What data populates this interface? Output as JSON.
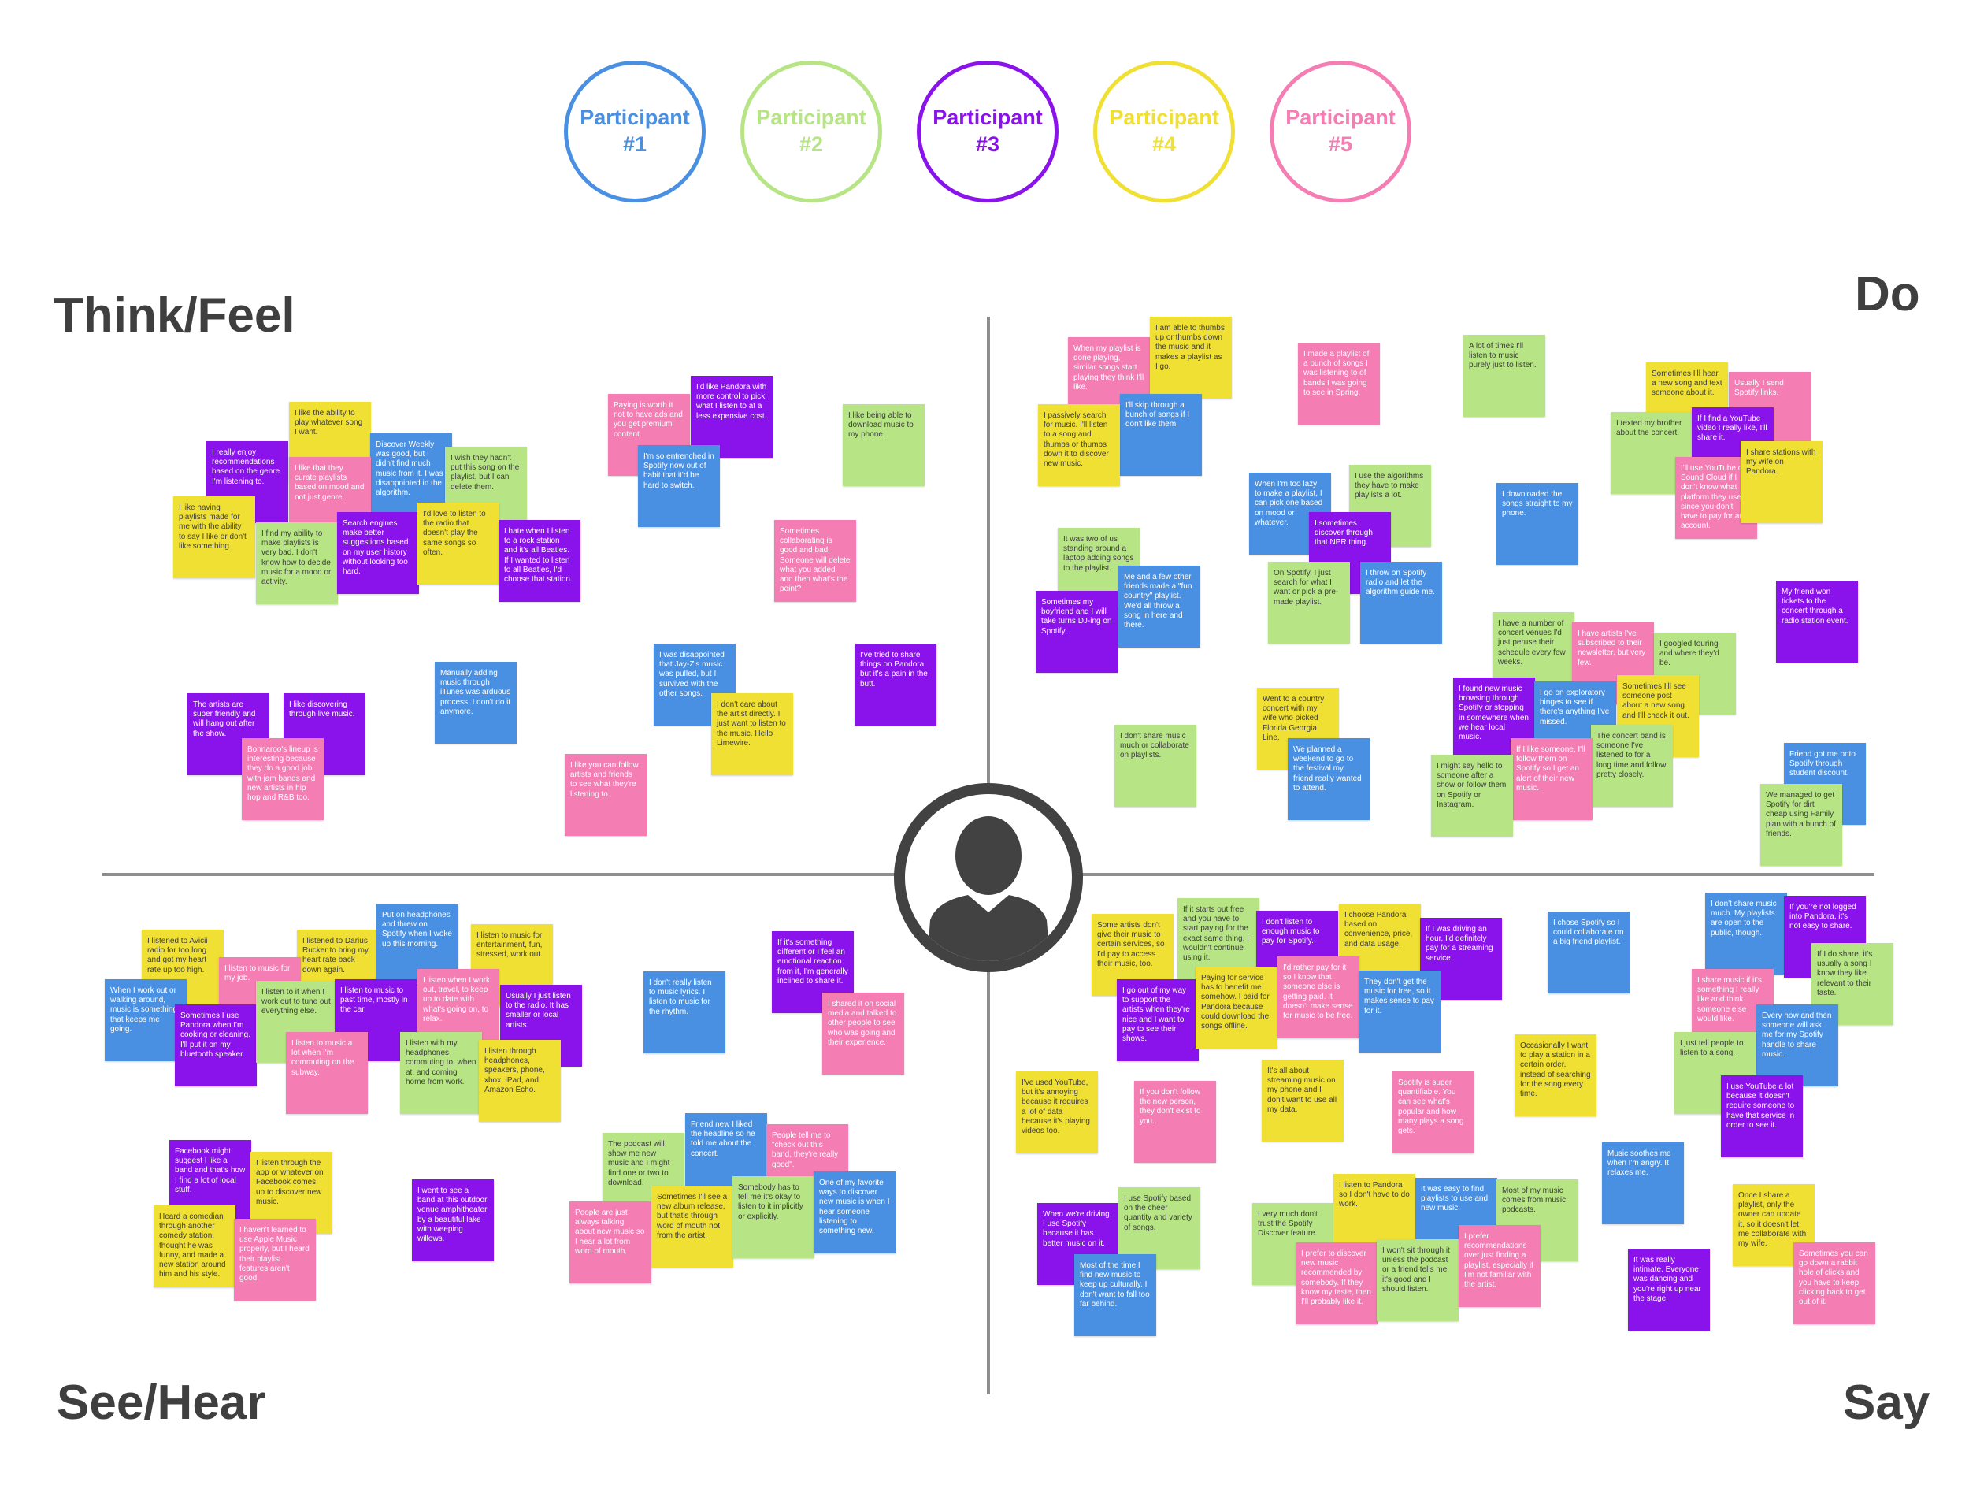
{
  "colors": {
    "blue": "#4A90E2",
    "green": "#B7E585",
    "purple": "#8A12EA",
    "yellow": "#F0E034",
    "pink": "#F47DB4",
    "axis": "#8E8E8E",
    "label": "#3F3F3F",
    "avatar": "#424242"
  },
  "participants": [
    {
      "label": "Participant\n#1",
      "color": "#4A90E2"
    },
    {
      "label": "Participant\n#2",
      "color": "#B7E585"
    },
    {
      "label": "Participant\n#3",
      "color": "#8A12EA"
    },
    {
      "label": "Participant\n#4",
      "color": "#F0E034"
    },
    {
      "label": "Participant\n#5",
      "color": "#F47DB4"
    }
  ],
  "quadrants": {
    "think_feel": "Think/Feel",
    "do": "Do",
    "see_hear": "See/Hear",
    "say": "Say"
  },
  "center_icon": "user-avatar-icon",
  "notes": [
    {
      "text": "I really enjoy recommendations based on the genre I'm listening to.",
      "color": "purple"
    },
    {
      "text": "I like the ability to play whatever song I want.",
      "color": "yellow"
    },
    {
      "text": "Discover Weekly was good, but I didn't find much music from it. I was disappointed in the algorithm.",
      "color": "blue"
    },
    {
      "text": "I wish they hadn't put this song on the playlist, but I can delete them.",
      "color": "green"
    },
    {
      "text": "I like having playlists made for me with the ability to say I like or don't like something.",
      "color": "yellow"
    },
    {
      "text": "I like that they curate playlists based on mood and not just genre.",
      "color": "pink"
    },
    {
      "text": "I find my ability to make playlists is very bad. I don't know how to decide music for a mood or activity.",
      "color": "green"
    },
    {
      "text": "Search engines make better suggestions based on my user history without looking too hard.",
      "color": "purple"
    },
    {
      "text": "I'd love to listen to the radio that doesn't play the same songs so often.",
      "color": "yellow"
    },
    {
      "text": "I hate when I listen to a rock station and it's all Beatles. If I wanted to listen to all Beatles, I'd choose that station.",
      "color": "purple"
    },
    {
      "text": "Paying is worth it not to have ads and you get premium content.",
      "color": "pink"
    },
    {
      "text": "I'd like Pandora with more control to pick what I listen to at a less expensive cost.",
      "color": "purple"
    },
    {
      "text": "I'm so entrenched in Spotify now out of habit that it'd be hard to switch.",
      "color": "blue"
    },
    {
      "text": "I like being able to download music to my phone.",
      "color": "green"
    },
    {
      "text": "Sometimes collaborating is good and bad. Someone will delete what you added and then what's the point?",
      "color": "pink"
    },
    {
      "text": "I was disappointed that Jay-Z's music was pulled, but I survived with the other songs.",
      "color": "blue"
    },
    {
      "text": "I've tried to share things on Pandora but it's a pain in the butt.",
      "color": "purple"
    },
    {
      "text": "I don't care about the artist directly. I just want to listen to the music. Hello Limewire.",
      "color": "yellow"
    },
    {
      "text": "Manually adding music through iTunes was arduous process. I don't do it anymore.",
      "color": "blue"
    },
    {
      "text": "The artists are super friendly and will hang out after the show.",
      "color": "purple"
    },
    {
      "text": "I like discovering through live music.",
      "color": "purple"
    },
    {
      "text": "Bonnaroo's lineup is interesting because they do a good job with jam bands and new artists in hip hop and R&B too.",
      "color": "pink"
    },
    {
      "text": "I like you can follow artists and friends to see what they're listening to.",
      "color": "pink"
    },
    {
      "text": "When my playlist is done playing, similar songs start playing they think I'll like.",
      "color": "pink"
    },
    {
      "text": "I am able to thumbs up or thumbs down the music and it makes a playlist as I go.",
      "color": "yellow"
    },
    {
      "text": "I'll skip through a bunch of songs if I don't like them.",
      "color": "blue"
    },
    {
      "text": "I passively search for music. I'll listen to a song and thumbs or thumbs down it to discover new music.",
      "color": "yellow"
    },
    {
      "text": "I made a playlist of a bunch of songs I was listening to of bands I was going to see in Spring.",
      "color": "pink"
    },
    {
      "text": "A lot of times I'll listen to music purely just to listen.",
      "color": "green"
    },
    {
      "text": "Sometimes I'll hear a new song and text someone about it.",
      "color": "yellow"
    },
    {
      "text": "Usually I send Spotify links.",
      "color": "pink"
    },
    {
      "text": "I texted my brother about the concert.",
      "color": "green"
    },
    {
      "text": "If I find a YouTube video I really like, I'll share it.",
      "color": "purple"
    },
    {
      "text": "I'll use YouTube or Sound Cloud if I don't know what platform they use, since you don't have to pay for an account.",
      "color": "pink"
    },
    {
      "text": "I share stations with my wife on Pandora.",
      "color": "yellow"
    },
    {
      "text": "When I'm too lazy to make a playlist, I can pick one based on mood or whatever.",
      "color": "blue"
    },
    {
      "text": "I use the algorithms they have to make playlists a lot.",
      "color": "green"
    },
    {
      "text": "I sometimes discover through that NPR thing.",
      "color": "purple"
    },
    {
      "text": "I downloaded the songs straight to my phone.",
      "color": "blue"
    },
    {
      "text": "It was two of us standing around a laptop adding songs to the playlist.",
      "color": "green"
    },
    {
      "text": "Sometimes my boyfriend and I will take turns DJ-ing on Spotify.",
      "color": "purple"
    },
    {
      "text": "Me and a few other friends made a \"fun country\" playlist. We'd all throw a song in here and there.",
      "color": "blue"
    },
    {
      "text": "On Spotify, I just search for what I want or pick a pre-made playlist.",
      "color": "green"
    },
    {
      "text": "I throw on Spotify radio and let the algorithm guide me.",
      "color": "blue"
    },
    {
      "text": "My friend won tickets to the concert through a radio station event.",
      "color": "purple"
    },
    {
      "text": "I have a number of concert venues I'd just peruse their schedule every few weeks.",
      "color": "green"
    },
    {
      "text": "I have artists I've subscribed to their newsletter, but very few.",
      "color": "pink"
    },
    {
      "text": "I googled touring and where they'd be.",
      "color": "green"
    },
    {
      "text": "I found new music browsing through Spotify or stopping in somewhere when we hear local music.",
      "color": "purple"
    },
    {
      "text": "I go on exploratory binges to see if there's anything I've missed.",
      "color": "blue"
    },
    {
      "text": "Sometimes I'll see someone post about a new song and I'll check it out.",
      "color": "yellow"
    },
    {
      "text": "The concert band is someone I've listened to for a long time and follow pretty closely.",
      "color": "green"
    },
    {
      "text": "If I like someone, I'll follow them on Spotify so I get an alert of their new music.",
      "color": "pink"
    },
    {
      "text": "I might say hello to someone after a show or follow them on Spotify or Instagram.",
      "color": "green"
    },
    {
      "text": "Went to a country concert with my wife who picked Florida Georgia Line.",
      "color": "yellow"
    },
    {
      "text": "I don't share music much or collaborate on playlists.",
      "color": "green"
    },
    {
      "text": "We planned a weekend to go to the festival my friend really wanted to attend.",
      "color": "blue"
    },
    {
      "text": "Friend got me onto Spotify through student discount.",
      "color": "blue"
    },
    {
      "text": "We managed to get Spotify for dirt cheap using Family plan with a bunch of friends.",
      "color": "green"
    },
    {
      "text": "I listened to Avicii radio for too long and got my heart rate up too high.",
      "color": "yellow"
    },
    {
      "text": "I listened to Darius Rucker to bring my heart rate back down again.",
      "color": "yellow"
    },
    {
      "text": "Put on headphones and threw on Spotify when I woke up this morning.",
      "color": "blue"
    },
    {
      "text": "I listen to music for entertainment, fun, stressed, work out.",
      "color": "yellow"
    },
    {
      "text": "I listen to music for my job.",
      "color": "pink"
    },
    {
      "text": "When I work out or walking around, music is something that keeps me going.",
      "color": "blue"
    },
    {
      "text": "Sometimes I use Pandora when I'm cooking or cleaning. I'll put it on my bluetooth speaker.",
      "color": "purple"
    },
    {
      "text": "I listen to it when I work out to tune out everything else.",
      "color": "green"
    },
    {
      "text": "I listen to music to past time, mostly in the car.",
      "color": "purple"
    },
    {
      "text": "I listen when I work out, travel, to keep up to date with what's going on, to relax.",
      "color": "pink"
    },
    {
      "text": "Usually I just listen to the radio. It has smaller or local artists.",
      "color": "purple"
    },
    {
      "text": "I listen to music a lot when I'm commuting on the subway.",
      "color": "pink"
    },
    {
      "text": "I listen with my headphones commuting to, when at, and coming home from work.",
      "color": "green"
    },
    {
      "text": "I listen through headphones, speakers, phone, xbox, iPad, and Amazon Echo.",
      "color": "yellow"
    },
    {
      "text": "I don't really listen to music lyrics. I listen to music for the rhythm.",
      "color": "blue"
    },
    {
      "text": "If it's something different or I feel an emotional reaction from it, I'm generally inclined to share it.",
      "color": "purple"
    },
    {
      "text": "I shared it on social media and talked to other people to see who was going and their experience.",
      "color": "pink"
    },
    {
      "text": "Facebook might suggest I like a band and that's how I find a lot of local stuff.",
      "color": "purple"
    },
    {
      "text": "I listen through the app or whatever on Facebook comes up to discover new music.",
      "color": "yellow"
    },
    {
      "text": "Heard a comedian through another comedy station, thought he was funny, and made a new station around him and his style.",
      "color": "yellow"
    },
    {
      "text": "I haven't learned to use Apple Music properly, but I heard their playlist features aren't good.",
      "color": "pink"
    },
    {
      "text": "I went to see a band at this outdoor venue amphitheater by a beautiful lake with weeping willows.",
      "color": "purple"
    },
    {
      "text": "The podcast will show me new music and I might find one or two to download.",
      "color": "green"
    },
    {
      "text": "Friend new I liked the headline so he told me about the concert.",
      "color": "blue"
    },
    {
      "text": "People tell me to \"check out this band, they're really good\".",
      "color": "pink"
    },
    {
      "text": "People are just always talking about new music so I hear a lot from word of mouth.",
      "color": "pink"
    },
    {
      "text": "Sometimes I'll see a new album release, but that's through word of mouth not from the artist.",
      "color": "yellow"
    },
    {
      "text": "Somebody has to tell me it's okay to listen to it implicitly or explicitly.",
      "color": "green"
    },
    {
      "text": "One of my favorite ways to discover new music is when I hear someone listening to something new.",
      "color": "blue"
    },
    {
      "text": "Some artists don't give their music to certain services, so I'd pay to access their music, too.",
      "color": "yellow"
    },
    {
      "text": "If it starts out free and you have to start paying for the exact same thing, I wouldn't continue using it.",
      "color": "green"
    },
    {
      "text": "I don't listen to enough music to pay for Spotify.",
      "color": "purple"
    },
    {
      "text": "I choose Pandora based on convenience, price, and data usage.",
      "color": "yellow"
    },
    {
      "text": "If I was driving an hour, I'd definitely pay for a streaming service.",
      "color": "purple"
    },
    {
      "text": "I go out of my way to support the artists when they're nice and I want to pay to see their shows.",
      "color": "purple"
    },
    {
      "text": "Paying for service has to benefit me somehow. I paid for Pandora because I could download the songs offline.",
      "color": "yellow"
    },
    {
      "text": "I'd rather pay for it so I know that someone else is getting paid. It doesn't make sense for music to be free.",
      "color": "pink"
    },
    {
      "text": "They don't get the music for free, so it makes sense to pay for it.",
      "color": "blue"
    },
    {
      "text": "I chose Spotify so I could collaborate on a big friend playlist.",
      "color": "blue"
    },
    {
      "text": "I don't share music much. My playlists are open to the public, though.",
      "color": "blue"
    },
    {
      "text": "If you're not logged into Pandora, it's not easy to share.",
      "color": "purple"
    },
    {
      "text": "If I do share, it's usually a song I know they like relevant to their taste.",
      "color": "green"
    },
    {
      "text": "I share music if it's something I really like and think someone else would like.",
      "color": "pink"
    },
    {
      "text": "Every now and then someone will ask me for my Spotify handle to share music.",
      "color": "blue"
    },
    {
      "text": "I just tell people to listen to a song.",
      "color": "green"
    },
    {
      "text": "I use YouTube a lot because it doesn't require someone to have that service in order to see it.",
      "color": "purple"
    },
    {
      "text": "Occasionally I want to play a station in a certain order, instead of searching for the song every time.",
      "color": "yellow"
    },
    {
      "text": "I've used YouTube, but it's annoying because it requires a lot of data because it's playing videos too.",
      "color": "yellow"
    },
    {
      "text": "If you don't follow the new person, they don't exist to you.",
      "color": "pink"
    },
    {
      "text": "It's all about streaming music on my phone and I don't want to use all my data.",
      "color": "yellow"
    },
    {
      "text": "Spotify is super quantifiable. You can see what's popular and how many plays a song gets.",
      "color": "pink"
    },
    {
      "text": "Music soothes me when I'm angry. It relaxes me.",
      "color": "blue"
    },
    {
      "text": "When we're driving, I use Spotify because it has better music on it.",
      "color": "purple"
    },
    {
      "text": "I use Spotify based on the cheer quantity and variety of songs.",
      "color": "green"
    },
    {
      "text": "I very much don't trust the Spotify Discover feature.",
      "color": "green"
    },
    {
      "text": "I listen to Pandora so I don't have to do work.",
      "color": "yellow"
    },
    {
      "text": "It was easy to find playlists to use and new music.",
      "color": "blue"
    },
    {
      "text": "Most of my music comes from music podcasts.",
      "color": "green"
    },
    {
      "text": "Most of the time I find new music to keep up culturally. I don't want to fall too far behind.",
      "color": "blue"
    },
    {
      "text": "I prefer to discover new music recommended by somebody. If they know my taste, then I'll probably like it.",
      "color": "pink"
    },
    {
      "text": "I won't sit through it unless the podcast or a friend tells me it's good and I should listen.",
      "color": "green"
    },
    {
      "text": "I prefer recommendations over just finding a playlist, especially if I'm not familiar with the artist.",
      "color": "pink"
    },
    {
      "text": "Once I share a playlist, only the owner can update it, so it doesn't let me collaborate with my wife.",
      "color": "yellow"
    },
    {
      "text": "It was really intimate. Everyone was dancing and you're right up near the stage.",
      "color": "purple"
    },
    {
      "text": "Sometimes you can go down a rabbit hole of clicks and you have to keep clicking back to get out of it.",
      "color": "pink"
    }
  ]
}
